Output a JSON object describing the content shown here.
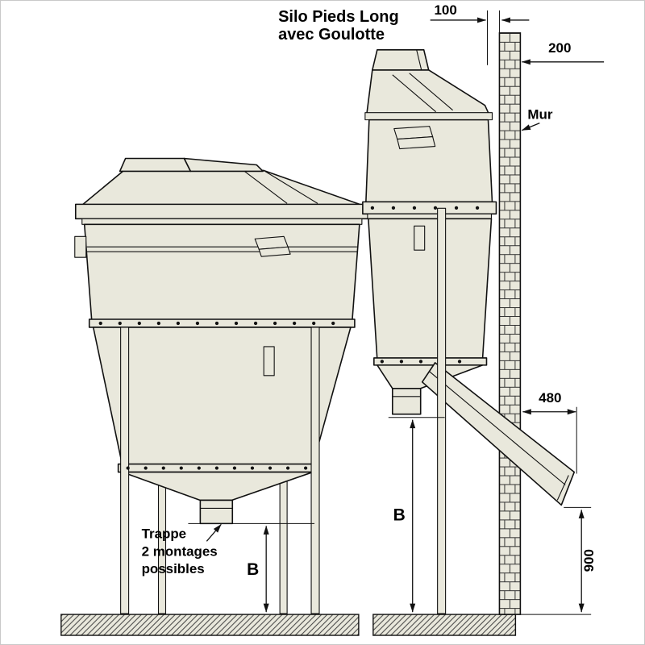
{
  "meta": {
    "background": "#ffffff",
    "metal_fill": "#e9e8dc",
    "line_color": "#111111"
  },
  "title": {
    "line1": "Silo Pieds Long",
    "line2": "avec Goulotte"
  },
  "annotations": {
    "mur": "Mur",
    "trappe": [
      "Trappe",
      "2 montages",
      "possibles"
    ]
  },
  "dimensions": {
    "gap_top": "100",
    "wall_thickness": "200",
    "chute_overhang": "480",
    "chute_height": "900",
    "b_left": "B",
    "b_right": "B"
  }
}
